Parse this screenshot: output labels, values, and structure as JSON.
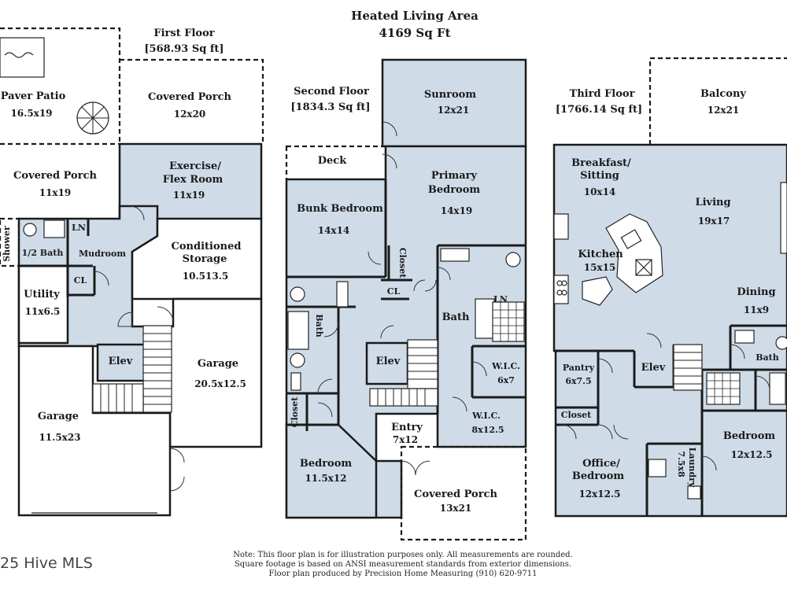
{
  "header": {
    "title": "Heated Living Area",
    "total": "4169 Sq Ft"
  },
  "first_floor": {
    "name": "First Floor",
    "area": "[568.93 Sq ft]",
    "rooms": {
      "paver_patio": {
        "label": "Paver Patio",
        "dim": "16.5x19"
      },
      "covered_porch_top": {
        "label": "Covered Porch",
        "dim": "12x20"
      },
      "covered_porch_left": {
        "label": "Covered Porch",
        "dim": "11x19"
      },
      "exercise": {
        "label1": "Exercise/",
        "label2": "Flex Room",
        "dim": "11x19"
      },
      "ln": {
        "label": "LN"
      },
      "shower": {
        "label": "Shower"
      },
      "half_bath": {
        "label": "1/2 Bath"
      },
      "mudroom": {
        "label": "Mudroom"
      },
      "cl": {
        "label": "CL"
      },
      "conditioned_storage": {
        "label1": "Conditioned",
        "label2": "Storage",
        "dim": "10.513.5"
      },
      "utility": {
        "label": "Utility",
        "dim": "11x6.5"
      },
      "elev": {
        "label": "Elev"
      },
      "garage_right": {
        "label": "Garage",
        "dim": "20.5x12.5"
      },
      "garage_left": {
        "label": "Garage",
        "dim": "11.5x23"
      }
    }
  },
  "second_floor": {
    "name": "Second Floor",
    "area": "[1834.3 Sq ft]",
    "rooms": {
      "sunroom": {
        "label": "Sunroom",
        "dim": "12x21"
      },
      "deck": {
        "label": "Deck"
      },
      "primary_bedroom": {
        "label1": "Primary",
        "label2": "Bedroom",
        "dim": "14x19"
      },
      "bunk_bedroom": {
        "label": "Bunk Bedroom",
        "dim": "14x14"
      },
      "closet_upper": {
        "label": "Closet"
      },
      "cl": {
        "label": "CL"
      },
      "ln": {
        "label": "LN"
      },
      "bath_left": {
        "label": "Bath"
      },
      "bath_right": {
        "label": "Bath"
      },
      "elev": {
        "label": "Elev"
      },
      "wic_small": {
        "label": "W.I.C.",
        "dim": "6x7"
      },
      "wic_large": {
        "label": "W.I.C.",
        "dim": "8x12.5"
      },
      "closet_lower": {
        "label": "Closet"
      },
      "entry": {
        "label": "Entry",
        "dim": "7x12"
      },
      "bedroom": {
        "label": "Bedroom",
        "dim": "11.5x12"
      },
      "covered_porch": {
        "label": "Covered Porch",
        "dim": "13x21"
      }
    }
  },
  "third_floor": {
    "name": "Third Floor",
    "area": "[1766.14 Sq ft]",
    "rooms": {
      "balcony": {
        "label": "Balcony",
        "dim": "12x21"
      },
      "breakfast": {
        "label1": "Breakfast/",
        "label2": "Sitting",
        "dim": "10x14"
      },
      "living": {
        "label": "Living",
        "dim": "19x17"
      },
      "kitchen": {
        "label": "Kitchen",
        "dim": "15x15"
      },
      "dining": {
        "label": "Dining",
        "dim": "11x9"
      },
      "pantry": {
        "label": "Pantry",
        "dim": "6x7.5"
      },
      "elev": {
        "label": "Elev"
      },
      "bath": {
        "label": "Bath"
      },
      "closet": {
        "label": "Closet"
      },
      "office": {
        "label1": "Office/",
        "label2": "Bedroom",
        "dim": "12x12.5"
      },
      "laundry": {
        "label": "Laundry",
        "dim": "7.5x8"
      },
      "bedroom": {
        "label": "Bedroom",
        "dim": "12x12.5"
      }
    }
  },
  "footer": {
    "note1": "Note: This floor plan is for illustration purposes only. All measurements are rounded.",
    "note2": "Square footage is based on ANSI measurement standards from exterior dimensions.",
    "note3": "Floor plan produced by Precision Home Measuring (910) 620-9711",
    "watermark": "25 Hive MLS"
  },
  "colors": {
    "room_fill": "#cfdce8",
    "wall": "#1b1b1b",
    "background": "#ffffff"
  }
}
